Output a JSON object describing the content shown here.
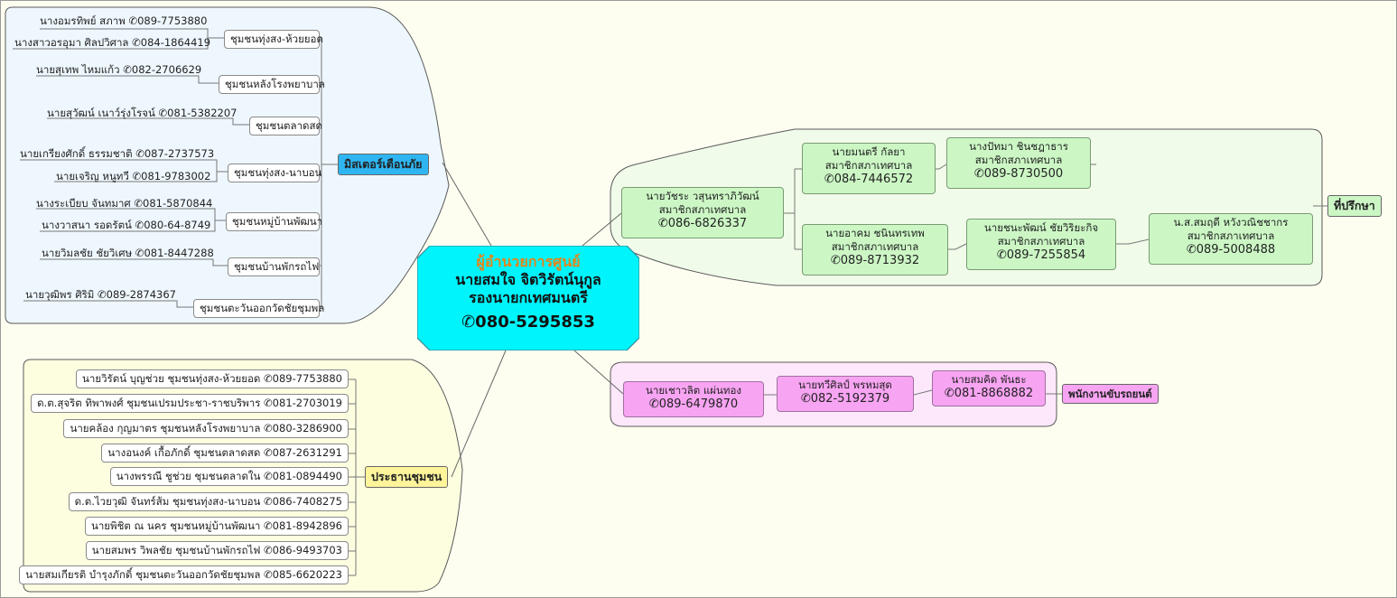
{
  "center": {
    "role": "ผู้อำนวยการศูนย์",
    "name": "นายสมใจ  จิตวิรัตน์นุกูล",
    "title": "รองนายกเทศมนตรี",
    "phone": "✆080-5295853"
  },
  "mister": {
    "label": "มิสเตอร์เตือนภัย",
    "communities": [
      {
        "name": "ชุมชนทุ่งสง-ห้วยยอด",
        "people": [
          "นางอมรทิพย์  สภาพ ✆089-7753880",
          "นางสาวอรอุมา  ศิลปวิศาล ✆084-1864419"
        ]
      },
      {
        "name": "ชุมชนหลังโรงพยาบาล",
        "people": [
          "นายสุเทพ  ไหมแก้ว ✆082-2706629"
        ]
      },
      {
        "name": "ชุมชนตลาดสด",
        "people": [
          "นายสุวัฒน์  เนาว์รุ่งโรจน์ ✆081-5382207"
        ]
      },
      {
        "name": "ชุมชนทุ่งสง-นาบอน",
        "people": [
          "นายเกรียงศักดิ์  ธรรมชาติ ✆087-2737573",
          "นายเจริญ  หนูทวี ✆081-9783002"
        ]
      },
      {
        "name": "ชุมชนหมู่บ้านพัฒนา",
        "people": [
          "นางระเบียบ  จันทมาศ ✆081-5870844",
          "นางวาสนา  รอดรัตน์ ✆080-64-8749"
        ]
      },
      {
        "name": "ชุมชนบ้านพักรถไฟ",
        "people": [
          "นายวิมลชัย  ชัยวิเศษ ✆081-8447288"
        ]
      },
      {
        "name": "ชุมชนตะวันออกวัดชัยชุมพล",
        "people": [
          "นายวุฒิพร  ศิริมิ ✆089-2874367"
        ]
      }
    ]
  },
  "chairman": {
    "label": "ประธานชุมชน",
    "items": [
      "นายวิรัตน์  บุญช่วย ชุมชนทุ่งสง-ห้วยยอด ✆089-7753880",
      "ด.ต.สุจริต  ทิพาพงศ์  ชุมชนเปรมประชา-ราชบริพาร ✆081-2703019",
      "นายคล้อง  กุญมาตร  ชุมชนหลังโรงพยาบาล ✆080-3286900",
      "นางอนงค์  เกื้อภักดิ์  ชุมชนตลาดสด ✆087-2631291",
      "นางพรรณี  ชูช่วย  ชุมชนตลาดใน ✆081-0894490",
      "ด.ต.ไวยวุฒิ  จันทร์ส้ม  ชุมชนทุ่งสง-นาบอน ✆086-7408275",
      "นายพิชิต  ณ นคร  ชุมชนหมู่บ้านพัฒนา ✆081-8942896",
      "นายสมพร  วิพลชัย  ชุมชนบ้านพักรถไฟ ✆086-9493703",
      "นายสมเกียรติ  บำรุงภักดิ์  ชุมชนตะวันออกวัดชัยชุมพล ✆085-6620223"
    ]
  },
  "advisor": {
    "label": "ที่ปรึกษา",
    "position": "สมาชิกสภาเทศบาล",
    "root": {
      "name": "นายวัชระ  วสุนทราภิวัฒน์",
      "phone": "✆086-6826337"
    },
    "row1": [
      {
        "name": "นายมนตรี  กัลยา",
        "phone": "✆084-7446572"
      },
      {
        "name": "นางปัทมา  ชินชฎาธาร",
        "phone": "✆089-8730500"
      }
    ],
    "row2": [
      {
        "name": "นายอาคม  ชนินทรเทพ",
        "phone": "✆089-8713932"
      },
      {
        "name": "นายชนะพัฒน์  ชัยวิริยะกิจ",
        "phone": "✆089-7255854"
      },
      {
        "name": "น.ส.สมฤดี  หวังวณิชชากร",
        "phone": "✆089-5008488"
      }
    ]
  },
  "drivers": {
    "label": "พนักงานขับรถยนต์",
    "items": [
      {
        "name": "นายเชาวลิต  แผ่นทอง",
        "phone": "✆089-6479870"
      },
      {
        "name": "นายทวีศิลป์  พรหมสุด",
        "phone": "✆082-5192379"
      },
      {
        "name": "นายสมคิด  พันธะ",
        "phone": "✆081-8868882"
      }
    ]
  },
  "colors": {
    "center": "#00f4fb",
    "center_role": "#e4851a",
    "mister_region": "#eef7fe",
    "mister_hub": "#2fb6f2",
    "chairman_region": "#fdfde0",
    "chairman_hub": "#fef49a",
    "advisor_region": "#f0fbe9",
    "advisor_node": "#ccf7c5",
    "driver_region": "#fde8fb",
    "driver_node": "#f7a4f2"
  }
}
